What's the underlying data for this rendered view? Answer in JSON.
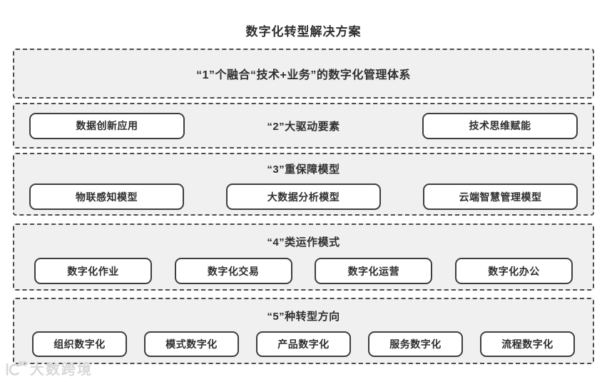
{
  "title": "数字化转型解决方案",
  "sections": [
    {
      "title": "“1”个融合“技术+业务”的数字化管理体系",
      "items": []
    },
    {
      "title": "“2”大驱动要素",
      "items": [
        "数据创新应用",
        "技术思维赋能"
      ]
    },
    {
      "title": "“3”重保障模型",
      "items": [
        "物联感知模型",
        "大数据分析模型",
        "云端智慧管理模型"
      ]
    },
    {
      "title": "“4”类运作模式",
      "items": [
        "数字化作业",
        "数字化交易",
        "数字化运营",
        "数字化办公"
      ]
    },
    {
      "title": "“5”种转型方向",
      "items": [
        "组织数字化",
        "模式数字化",
        "产品数字化",
        "服务数字化",
        "流程数字化"
      ]
    }
  ],
  "watermark": {
    "brand": "大数跨境"
  },
  "colors": {
    "section_bg": "#f0f0f0",
    "dashed_border": "#4c4c4c",
    "box_border": "#3e3e3e",
    "box_bg": "#ffffff",
    "text": "#2f2f2f",
    "watermark": "#d8d8d8"
  }
}
